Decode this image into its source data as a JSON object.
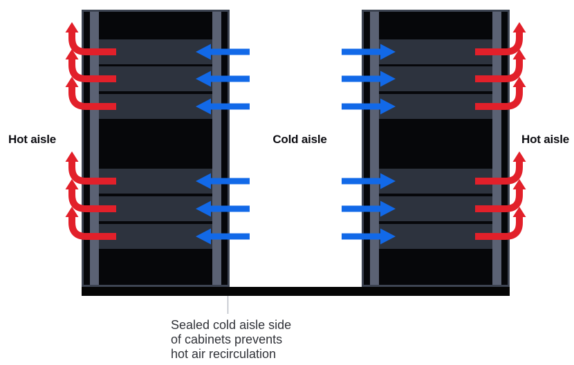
{
  "diagram": {
    "type": "hot-aisle-cold-aisle-containment-airflow",
    "rack_count": 2,
    "server_units_per_rack": 6,
    "hot_air_arrows_per_rack": 6,
    "cold_air_arrows_per_rack": 6
  },
  "labels": {
    "hot_aisle_left": "Hot aisle",
    "cold_aisle": "Cold aisle",
    "hot_aisle_right": "Hot aisle"
  },
  "annotation": {
    "line1": "Sealed cold aisle side",
    "line2": "of cabinets prevents",
    "line3": "hot air recirculation"
  },
  "icons": {
    "hot_air_arrow": "curved-arrow-up",
    "cold_air_arrow": "straight-arrow-horizontal"
  },
  "colors": {
    "hot_air": "#e2202a",
    "cold_air": "#1269e8",
    "cabinet_black": "#06070a",
    "cabinet_frame": "#3d4452",
    "rack_rail": "#5b6274",
    "server_unit": "#2d333e",
    "floor": "#050505",
    "callout_line": "#b9bec6",
    "annotation_text": "#303238",
    "label_text": "#0d0d12",
    "background": "#ffffff"
  }
}
